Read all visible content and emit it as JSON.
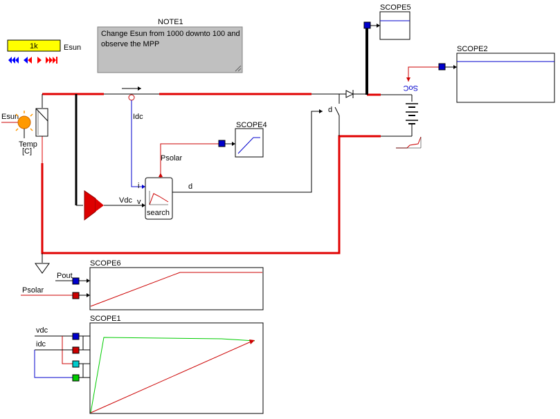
{
  "note": {
    "title": "NOTE1",
    "line1": "Change Esun from 1000 downto 100 and",
    "line2": "observe the MPP"
  },
  "slider": {
    "value": "1k",
    "label": "Esun"
  },
  "source": {
    "esun_label": "Esun",
    "temp_label": "Temp",
    "temp_unit": "[C]"
  },
  "labels": {
    "idc": "Idc",
    "psolar": "Psolar",
    "vdc": "Vdc",
    "d": "d",
    "d_switch": "d",
    "i_port": "i",
    "v_port": "v",
    "search": "search",
    "soc": "SoC"
  },
  "scopes": {
    "scope2": "SCOPE2",
    "scope4": "SCOPE4",
    "scope5": "SCOPE5",
    "scope6": "SCOPE6",
    "scope1": "SCOPE1"
  },
  "scope6_inputs": {
    "pout": "Pout",
    "psolar": "Psolar"
  },
  "scope1_inputs": {
    "vdc": "vdc",
    "idc": "idc"
  },
  "colors": {
    "power_wire": "#e00000",
    "signal_blue": "#0000cc",
    "signal_red": "#cc0000",
    "note_bg": "#c0c0c0",
    "slider_yellow": "#ffff00",
    "trace_green": "#00cc00",
    "trace_red": "#cc0000",
    "cyan_port": "#00cccc",
    "green_port": "#00cc00"
  }
}
